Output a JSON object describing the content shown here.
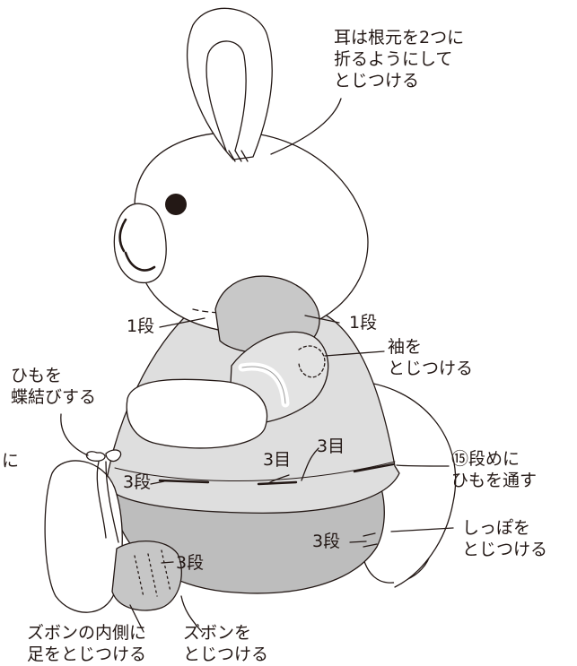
{
  "colors": {
    "line": "#231815",
    "knit_gray": "#d9d9d9",
    "pants_gray": "#bdbdbd",
    "arm_gray": "#c8c8c8",
    "background": "#ffffff"
  },
  "annotations": {
    "ear": [
      "耳は根元を2つに",
      "折るようにして",
      "とじつける"
    ],
    "row1_left": "1段",
    "row1_right": "1段",
    "sleeve": [
      "袖を",
      "とじつける"
    ],
    "bow": [
      "ひもを",
      "蝶結びする"
    ],
    "partial_left": "に",
    "row3_left": "3段",
    "stitch3_a": "3目",
    "stitch3_b": "3目",
    "cord": [
      "⑮段めに",
      "ひもを通す"
    ],
    "tail": [
      "しっぽを",
      "とじつける"
    ],
    "row3_tail": "3段",
    "row3_foot": "3段",
    "pants_inner": [
      "ズボンの内側に",
      "足をとじつける"
    ],
    "pants_attach": [
      "ズボンを",
      "とじつける"
    ]
  }
}
